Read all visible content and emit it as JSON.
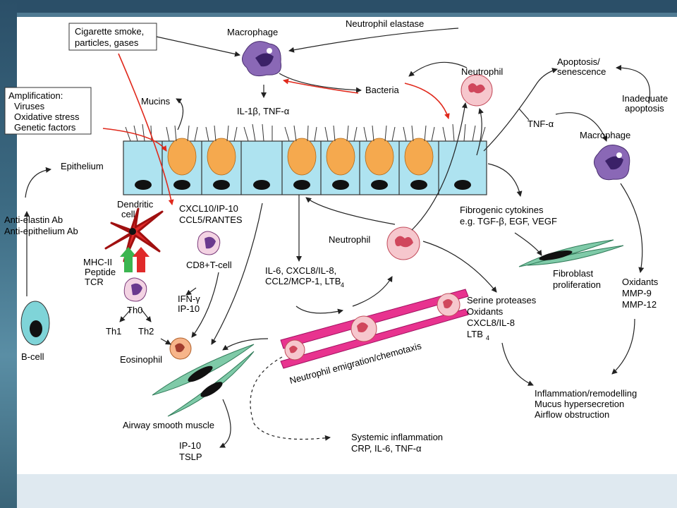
{
  "boxes": {
    "smoke": [
      "Cigarette smoke,",
      "particles, gases"
    ],
    "amplification": [
      "Amplification:",
      "Viruses",
      "Oxidative stress",
      "Genetic factors"
    ]
  },
  "labels": {
    "macrophage_top": "Macrophage",
    "neutrophil_elastase": "Neutrophil elastase",
    "neutrophil_top": "Neutrophil",
    "bacteria": "Bacteria",
    "mucins": "Mucins",
    "il1b_tnfa": "IL-1β, TNF-α",
    "apoptosis": [
      "Apoptosis/",
      "senescence"
    ],
    "inadequate_apoptosis": [
      "Inadequate",
      "apoptosis"
    ],
    "tnfa_right": "TNF-α",
    "macrophage_right": "Macrophage",
    "epithelium": "Epithelium",
    "antibodies": [
      "Anti-elastin Ab",
      "Anti-epithelium Ab"
    ],
    "dendritic": [
      "Dendritic",
      "cell"
    ],
    "chemokines": [
      "CXCL10/IP-10",
      "CCL5/RANTES"
    ],
    "mhc": [
      "MHC-II",
      "Peptide",
      "TCR"
    ],
    "cd8": "CD8+T-cell",
    "th0": "Th0",
    "th1": "Th1",
    "th2": "Th2",
    "ifn": [
      "IFN-γ",
      "IP-10"
    ],
    "eosinophil": "Eosinophil",
    "bcell": "B-cell",
    "neutrophil_mid": "Neutrophil",
    "il6_list": [
      "IL-6, CXCL8/IL-8,",
      "CCL2/MCP-1, LTB"
    ],
    "il6_sub": "4",
    "fibrogenic": [
      "Fibrogenic cytokines",
      "e.g. TGF-β, EGF, VEGF"
    ],
    "fibroblast": [
      "Fibroblast",
      "proliferation"
    ],
    "oxidants_right": [
      "Oxidants",
      "MMP-9",
      "MMP-12"
    ],
    "serine": [
      "Serine proteases",
      "Oxidants",
      "CXCL8/IL-8",
      "LTB"
    ],
    "serine_sub": "4",
    "emigration": "Neutrophil emigration/chemotaxis",
    "inflammation": [
      "Inflammation/remodelling",
      "Mucus hypersecretion",
      "Airflow obstruction"
    ],
    "airway_muscle": "Airway smooth muscle",
    "ip10_tslp": [
      "IP-10",
      "TSLP"
    ],
    "systemic": [
      "Systemic inflammation",
      "CRP, IL-6, TNF-α"
    ]
  },
  "colors": {
    "epithelium_fill": "#aee3f0",
    "goblet_fill": "#f5a94e",
    "macrophage_fill": "#8a68b6",
    "neutrophil_fill": "#f6c7cd",
    "vessel_fill": "#e8338f",
    "muscle_fill": "#7fcaa8",
    "red_arrow": "#e0291c",
    "frame": "#2b4f68"
  }
}
